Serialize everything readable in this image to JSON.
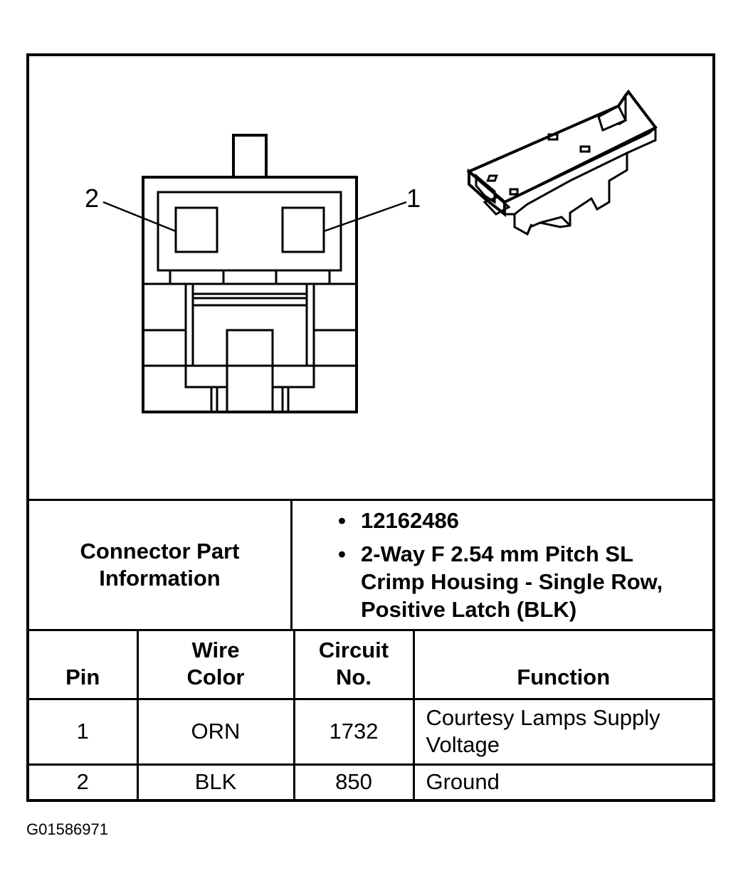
{
  "diagram": {
    "callouts": {
      "pin2": "2",
      "pin1": "1"
    },
    "components": [
      "connector-face-view",
      "connector-isometric-view"
    ]
  },
  "connector_info": {
    "label": "Connector Part\nInformation",
    "items": [
      "12162486",
      "2-Way F 2.54 mm Pitch SL Crimp Housing - Single Row, Positive Latch (BLK)"
    ]
  },
  "table": {
    "headers": {
      "pin": "Pin",
      "wire_color": "Wire\nColor",
      "circuit_no": "Circuit\nNo.",
      "function": "Function"
    },
    "rows": [
      {
        "pin": "1",
        "wire_color": "ORN",
        "circuit_no": "1732",
        "function": "Courtesy Lamps Supply Voltage"
      },
      {
        "pin": "2",
        "wire_color": "BLK",
        "circuit_no": "850",
        "function": "Ground"
      }
    ]
  },
  "figure_code": "G01586971"
}
